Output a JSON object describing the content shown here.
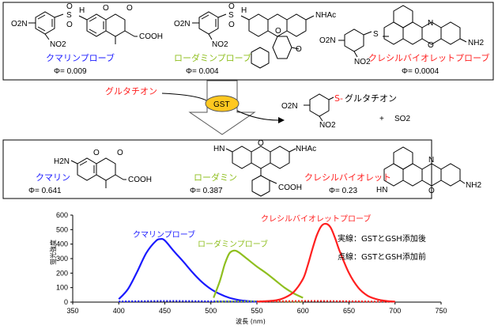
{
  "probes": {
    "coumarin": {
      "name": "クマリンプローブ",
      "phi": "Φ= 0.009",
      "color": "#1a1aff"
    },
    "rhodamine": {
      "name": "ローダミンプローブ",
      "phi": "Φ= 0.004",
      "color": "#8fbf1f"
    },
    "cresyl": {
      "name": "クレシルバイオレットプローブ",
      "phi": "Φ= 0.0004",
      "color": "#ff2020"
    }
  },
  "chem_labels": {
    "no2": "NO2",
    "o2n": "O2N",
    "s": "S",
    "o": "O",
    "n": "N",
    "h": "H",
    "cooh": "COOH",
    "nhac": "NHAc",
    "nh2": "NH2",
    "h2n": "H2N",
    "hn": "HN",
    "ch3": ""
  },
  "reaction": {
    "substrate": "グルタチオン",
    "enzyme": "GST",
    "product_prefix": "S-",
    "product_name": "グルタチオン",
    "plus": "+",
    "byproduct": "SO2",
    "substrate_color": "#ff2020"
  },
  "products": {
    "coumarin": {
      "name": "クマリン",
      "phi": "Φ= 0.641"
    },
    "rhodamine": {
      "name": "ローダミン",
      "phi": "Φ= 0.387"
    },
    "cresyl": {
      "name": "クレシルバイオレット",
      "phi": "Φ= 0.23"
    }
  },
  "chart_data": {
    "type": "line",
    "xlabel": "波長 (nm)",
    "ylabel": "蛍光強度",
    "xlim": [
      350,
      750
    ],
    "ylim": [
      0,
      600
    ],
    "xticks": [
      350,
      400,
      450,
      500,
      550,
      600,
      650,
      700,
      750
    ],
    "yticks": [
      0,
      100,
      200,
      300,
      400,
      500,
      600
    ],
    "grid": false,
    "legend": [
      "実線：GSTとGSH添加後",
      "点線：GSTとGSH添加前"
    ],
    "series": [
      {
        "name": "クマリンプローブ",
        "style": "solid",
        "color": "#1a1aff",
        "x": [
          400,
          410,
          420,
          430,
          440,
          445,
          450,
          460,
          470,
          480,
          490,
          500,
          510,
          520,
          530,
          540,
          550
        ],
        "y": [
          20,
          90,
          210,
          340,
          420,
          435,
          425,
          350,
          280,
          205,
          140,
          90,
          55,
          30,
          15,
          7,
          3
        ]
      },
      {
        "name": "クマリンプローブ",
        "style": "dotted",
        "color": "#1a1aff",
        "x": [
          400,
          450,
          500,
          550
        ],
        "y": [
          5,
          8,
          6,
          3
        ]
      },
      {
        "name": "ローダミンプローブ",
        "style": "solid",
        "color": "#8fbf1f",
        "x": [
          503,
          510,
          515,
          520,
          525,
          530,
          540,
          550,
          560,
          570,
          580,
          590,
          600
        ],
        "y": [
          30,
          150,
          260,
          335,
          355,
          345,
          295,
          245,
          200,
          150,
          100,
          60,
          30
        ]
      },
      {
        "name": "ローダミンプローブ",
        "style": "dotted",
        "color": "#8fbf1f",
        "x": [
          505,
          550,
          600
        ],
        "y": [
          4,
          6,
          3
        ]
      },
      {
        "name": "クレシルバイオレットプローブ",
        "style": "solid",
        "color": "#ff2020",
        "x": [
          550,
          570,
          580,
          590,
          600,
          605,
          610,
          615,
          620,
          625,
          630,
          635,
          640,
          650,
          660,
          670,
          680,
          690,
          700
        ],
        "y": [
          3,
          12,
          30,
          70,
          160,
          250,
          360,
          460,
          525,
          540,
          515,
          440,
          350,
          200,
          100,
          45,
          20,
          8,
          3
        ]
      },
      {
        "name": "クレシルバイオレットプローブ",
        "style": "dotted",
        "color": "#ff2020",
        "x": [
          550,
          600,
          650,
          700
        ],
        "y": [
          3,
          8,
          6,
          3
        ]
      }
    ]
  }
}
